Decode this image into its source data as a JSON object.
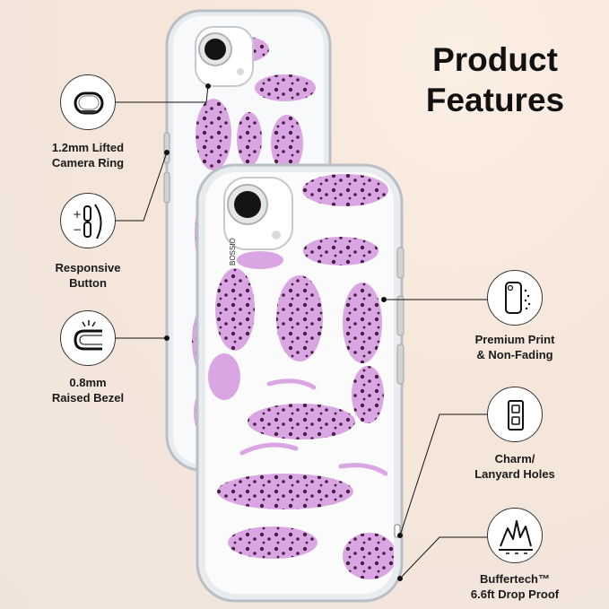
{
  "title": {
    "line1": "Product",
    "line2": "Features"
  },
  "features": {
    "camera_ring": {
      "line1": "1.2mm Lifted",
      "line2": "Camera Ring"
    },
    "button": {
      "line1": "Responsive",
      "line2": "Button"
    },
    "bezel": {
      "line1": "0.8mm",
      "line2": "Raised Bezel"
    },
    "print": {
      "line1": "Premium Print",
      "line2": "& Non-Fading"
    },
    "holes": {
      "line1": "Charm/",
      "line2": "Lanyard Holes"
    },
    "drop": {
      "line1": "Buffertech™",
      "line2": "6.6ft Drop Proof"
    }
  },
  "brand_mark": "BOSSIO",
  "colors": {
    "pattern_pink": "#d9a6e3",
    "spots": "#4a1f44",
    "ink": "#1a1a1a"
  }
}
